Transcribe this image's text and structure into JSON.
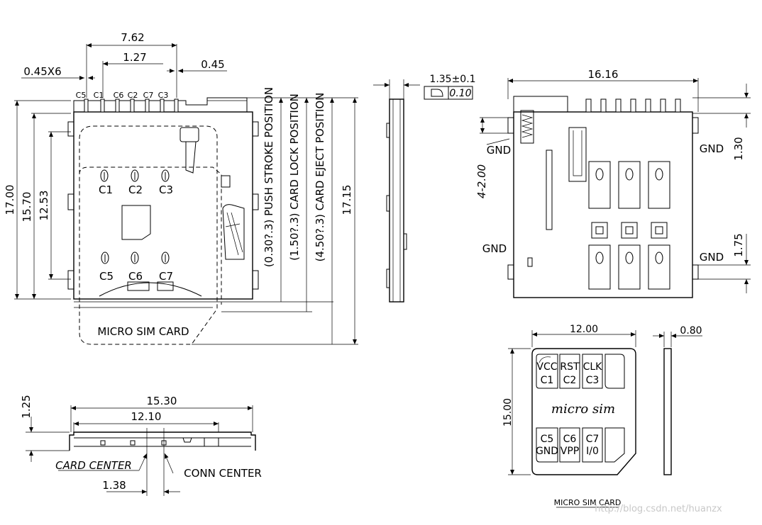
{
  "dims": {
    "d762": "7.62",
    "d127": "1.27",
    "d045x6": "0.45X6",
    "d045": "0.45",
    "d1700": "17.00",
    "d1570": "15.70",
    "d1253": "12.53",
    "d1715": "17.15",
    "d135": "1.35±0.1",
    "d010": "0.10",
    "d1616": "16.16",
    "d130": "1.30",
    "d175": "1.75",
    "d4200": "4-2.00",
    "d1530": "15.30",
    "d1210": "12.10",
    "d125": "1.25",
    "d138": "1.38",
    "d1200": "12.00",
    "d1500": "15.00",
    "d080": "0.80"
  },
  "positions": {
    "push": "(0.30?.3)  PUSH STROKE POSITION",
    "lock": "(1.50?.3)  CARD LOCK POSITION",
    "eject": "(4.50?.3)  CARD EJECT POSITION"
  },
  "contacts_top": [
    "C5",
    "C1",
    "C6",
    "C2",
    "C7",
    "C3"
  ],
  "contacts_upper": [
    "C1",
    "C2",
    "C3"
  ],
  "contacts_lower": [
    "C5",
    "C6",
    "C7"
  ],
  "labels": {
    "micro_sim_card": "MICRO SIM CARD",
    "gnd": "GND",
    "card_center": "CARD CENTER",
    "conn_center": "CONN CENTER",
    "micro_sim": "micro  sim",
    "caption": "MICRO SIM CARD",
    "watermark": "http://blog.csdn.net/huanzx"
  },
  "card_pins": {
    "top": [
      {
        "name": "VCC",
        "num": "C1"
      },
      {
        "name": "RST",
        "num": "C2"
      },
      {
        "name": "CLK",
        "num": "C3"
      }
    ],
    "bottom": [
      {
        "name": "C5",
        "num": "GND"
      },
      {
        "name": "C6",
        "num": "VPP"
      },
      {
        "name": "C7",
        "num": "I/0"
      }
    ]
  }
}
